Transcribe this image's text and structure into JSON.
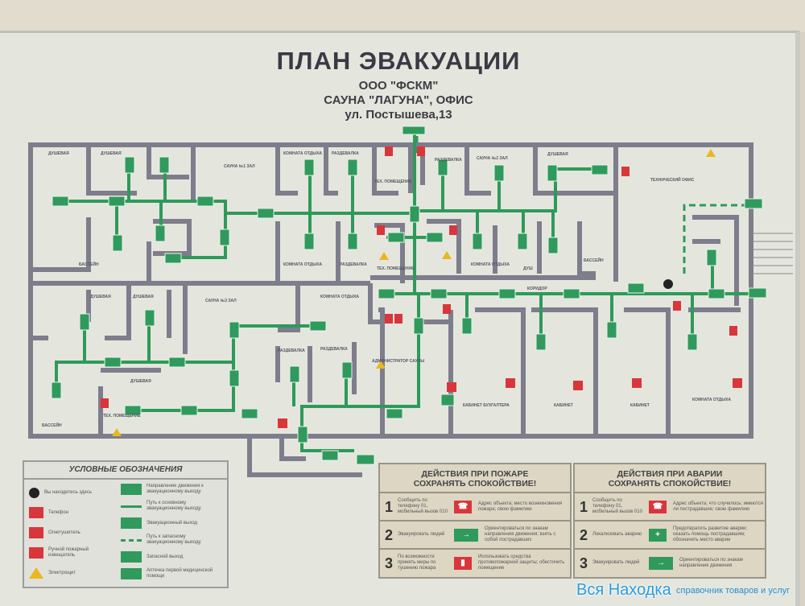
{
  "header": {
    "title": "ПЛАН ЭВАКУАЦИИ",
    "org": "ООО \"ФСКМ\"",
    "object": "САУНА \"ЛАГУНА\", ОФИС",
    "address": "ул. Постышева,13"
  },
  "rooms": [
    "ДУШЕВАЯ",
    "ДУШЕВАЯ",
    "САУНА №1 ЗАЛ",
    "КОМНАТА ОТДЫХА",
    "РАЗДЕВАЛКА",
    "ТЕХ. ПОМЕЩЕНИЕ",
    "РАЗДЕВАЛКА",
    "САУНА №2 ЗАЛ",
    "ДУШЕВАЯ",
    "ТЕХНИЧЕСКИЙ ОФИС",
    "БАССЕЙН",
    "КОМНАТА ОТДЫХА",
    "РАЗДЕВАЛКА",
    "ТЕХ. ПОМЕЩЕНИЕ",
    "КОМНАТА ОТДЫХА",
    "ДУШ",
    "БАССЕЙН",
    "ДУШЕВАЯ",
    "ДУШЕВАЯ",
    "САУНА №3 ЗАЛ",
    "КОМНАТА ОТДЫХА",
    "КОРИДОР",
    "РАЗДЕВАЛКА",
    "РАЗДЕВАЛКА",
    "АДМИНИСТРАТОР САУНЫ",
    "ДУШЕВАЯ",
    "БАССЕЙН",
    "ТЕХ. ПОМЕЩЕНИЕ",
    "КАБИНЕТ БУХГАЛТЕРА",
    "КАБИНЕТ",
    "КАБИНЕТ",
    "КОМНАТА ОТДЫХА"
  ],
  "legend": {
    "title": "УСЛОВНЫЕ ОБОЗНАЧЕНИЯ",
    "left": [
      "Вы находитесь здесь",
      "Телефон",
      "Огнетушитель",
      "Ручной пожарный извещатель",
      "Электрощит"
    ],
    "right": [
      "Направление движения к эвакуационному выходу",
      "Путь к основному эвакуационному выходу",
      "Эвакуационный выход",
      "Путь к запасному эвакуационному выходу",
      "Запасной выход",
      "Аптечка первой медицинской помощи"
    ]
  },
  "fire_actions": {
    "title": "ДЕЙСТВИЯ ПРИ ПОЖАРЕ",
    "subtitle": "СОХРАНЯТЬ СПОКОЙСТВИЕ!",
    "steps": [
      {
        "num": "1",
        "action": "Сообщить по телефону 01, мобильный вызов 010",
        "details": "Адрес объекта; место возникновения пожара; свою фамилию"
      },
      {
        "num": "2",
        "action": "Эвакуировать людей",
        "details": "Ориентироваться по знакам направления движения; взять с собой пострадавших"
      },
      {
        "num": "3",
        "action": "По возможности принять меры по тушению пожара",
        "details": "Использовать средства противопожарной защиты; обесточить помещение"
      }
    ]
  },
  "accident_actions": {
    "title": "ДЕЙСТВИЯ ПРИ АВАРИИ",
    "subtitle": "СОХРАНЯТЬ СПОКОЙСТВИЕ!",
    "steps": [
      {
        "num": "1",
        "action": "Сообщить по телефону 01, мобильный вызов 010",
        "details": "Адрес объекта; что случилось; имеются ли пострадавшие; свою фамилию"
      },
      {
        "num": "2",
        "action": "Локализовать аварию",
        "details": "Предотвратить развитие аварии; оказать помощь пострадавшим; обозначить место аварии"
      },
      {
        "num": "3",
        "action": "Эвакуировать людей",
        "details": "Ориентироваться по знакам направления движения"
      }
    ]
  },
  "watermark": {
    "brand": "Вся Находка",
    "tagline": "справочник товаров и услуг"
  },
  "colors": {
    "wall": "#7d7d8c",
    "route": "#2e9a5a",
    "sign_green": "#2f9a5c",
    "sign_red": "#d9363b"
  }
}
